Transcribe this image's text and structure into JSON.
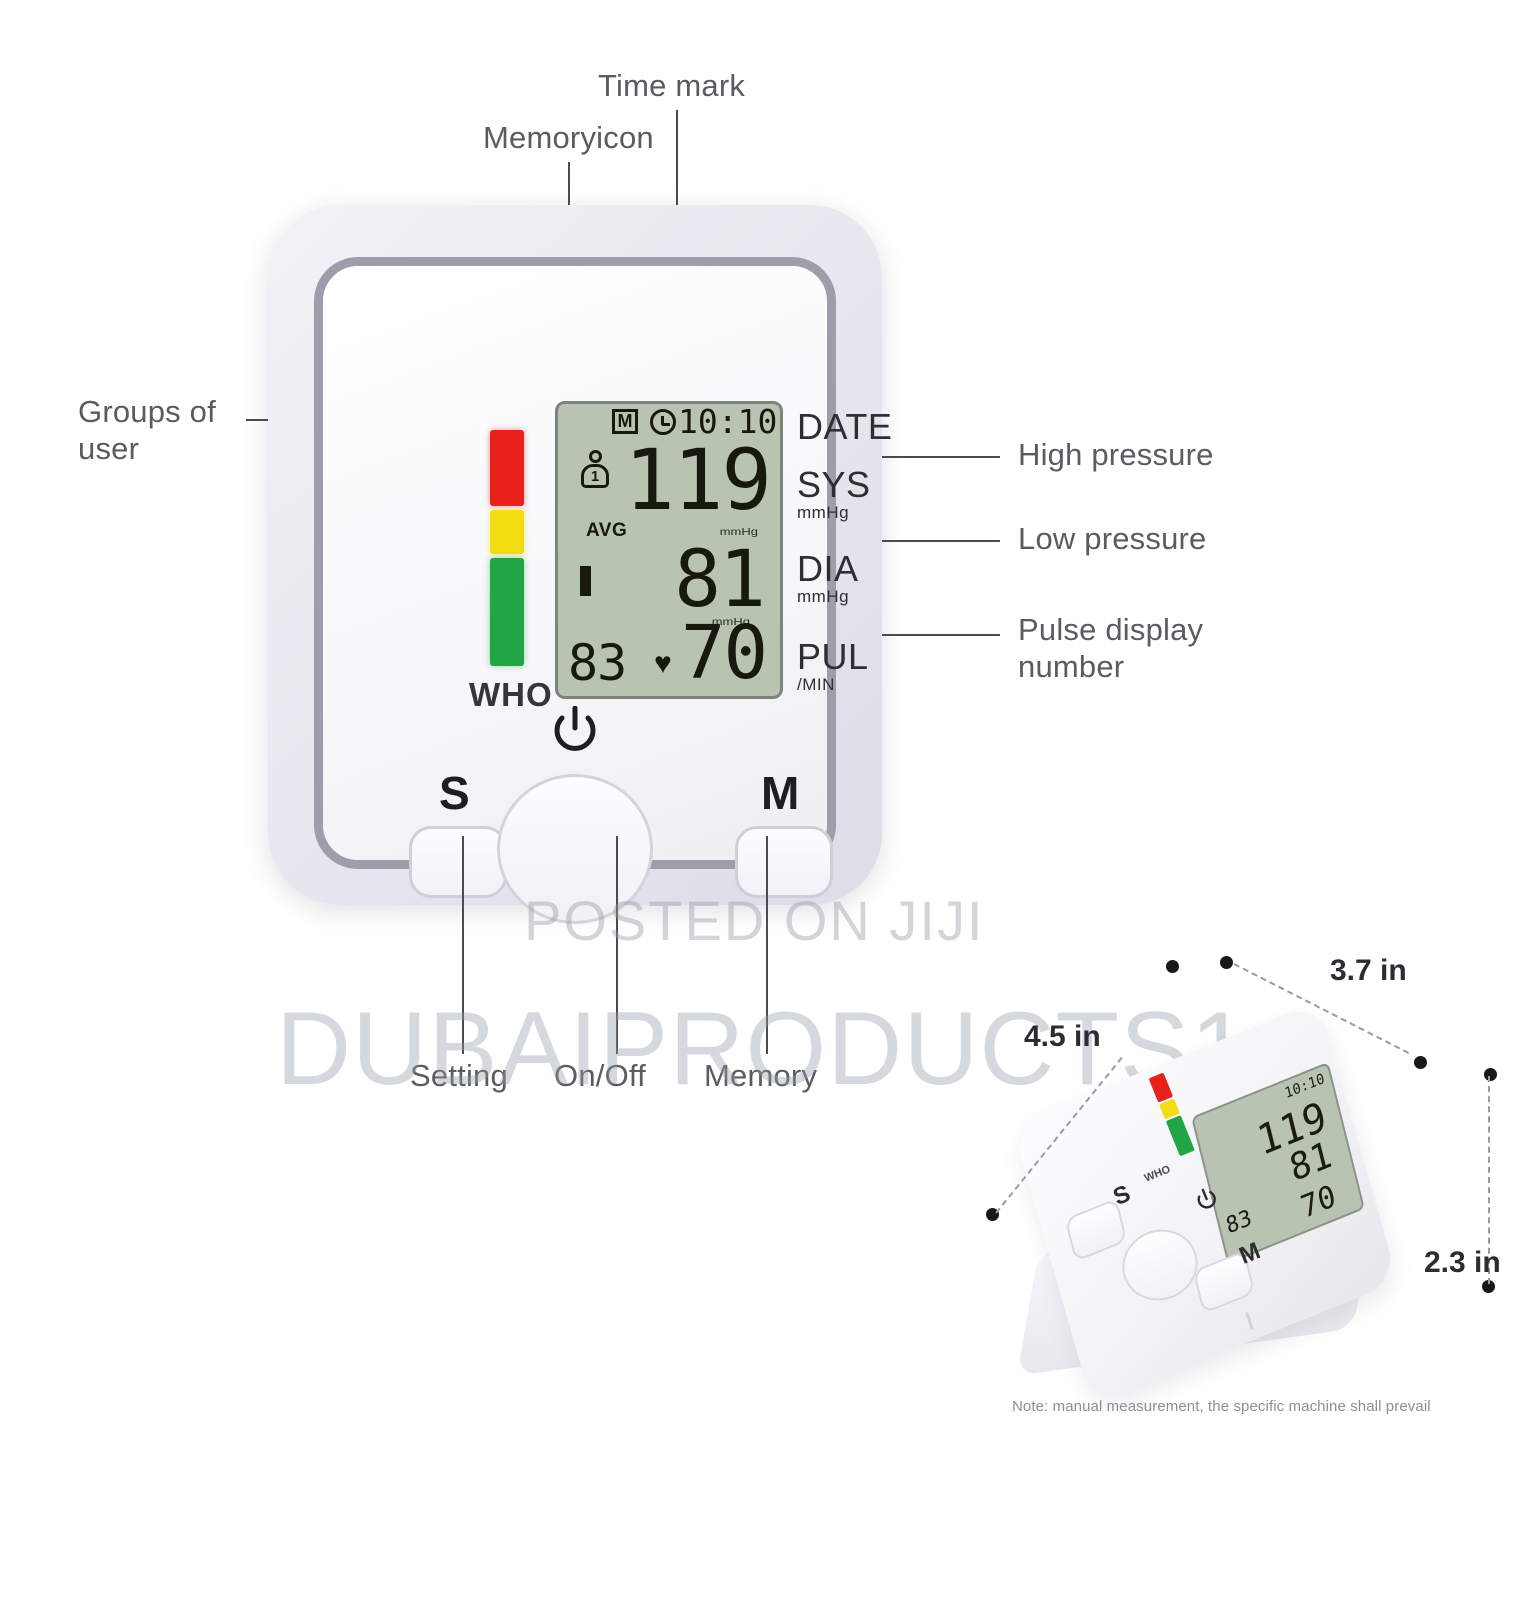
{
  "annotations": {
    "time_mark": "Time mark",
    "memory_icon": "Memoryicon",
    "groups_of_user": "Groups of\nuser",
    "high_pressure": "High pressure",
    "low_pressure": "Low pressure",
    "pulse_display_number": "Pulse display\nnumber",
    "setting": "Setting",
    "on_off": "On/Off",
    "memory": "Memory"
  },
  "device": {
    "lcd": {
      "memory_badge": "M",
      "clock_icon": "clock-icon",
      "time": "10:10",
      "user_group_number": "1",
      "sys_value": "119",
      "avg_label": "AVG",
      "sys_unit": "mmHg",
      "dia_value": "81",
      "dia_unit": "mmHg",
      "memory_count": "83",
      "heart_icon": "♥",
      "pulse_value": "70"
    },
    "panel_labels": {
      "date": "DATE",
      "sys": "SYS",
      "sys_unit": "mmHg",
      "dia": "DIA",
      "dia_unit": "mmHg",
      "pul": "PUL",
      "pul_unit": "/MIN"
    },
    "who_label": "WHO",
    "who_colors": {
      "high": "#e8211b",
      "medium": "#f2dc12",
      "normal": "#22a645"
    },
    "buttons": {
      "setting": "S",
      "memory": "M",
      "power": "power-icon"
    }
  },
  "inset": {
    "dimensions": {
      "width": "3.7 in",
      "depth": "4.5 in",
      "height": "2.3 in"
    },
    "lcd": {
      "time": "10:10",
      "sys_value": "119",
      "dia_value": "81",
      "memory_count": "83",
      "pulse_value": "70",
      "who_label": "WHO"
    },
    "buttons": {
      "setting": "S",
      "memory": "M"
    },
    "note": "Note: manual measurement, the specific machine shall prevail"
  },
  "watermarks": {
    "small": "POSTED ON JIJI",
    "large": "DUBAIPRODUCTS1"
  }
}
